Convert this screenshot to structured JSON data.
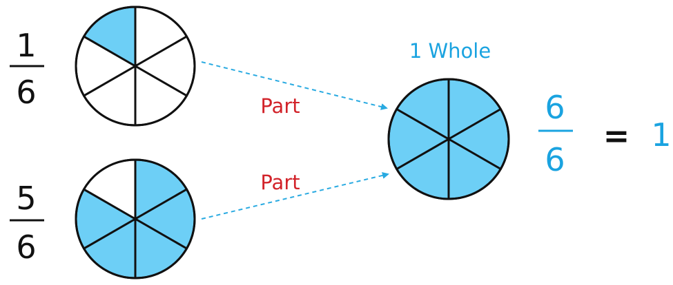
{
  "colors": {
    "fill": "#6dcff6",
    "stroke": "#111111",
    "arrow": "#29aae1",
    "part_text": "#d2232a",
    "whole_text": "#1aa3e0",
    "black_text": "#111111"
  },
  "fractions": {
    "one_sixth": {
      "numerator": "1",
      "denominator": "6",
      "shaded_slices": 1
    },
    "five_sixths": {
      "numerator": "5",
      "denominator": "6",
      "shaded_slices": 5
    },
    "whole": {
      "numerator": "6",
      "denominator": "6",
      "shaded_slices": 6
    }
  },
  "labels": {
    "whole_title": "1 Whole",
    "part_top": "Part",
    "part_bottom": "Part",
    "equals": "=",
    "result": "1"
  },
  "slices_total": 6
}
